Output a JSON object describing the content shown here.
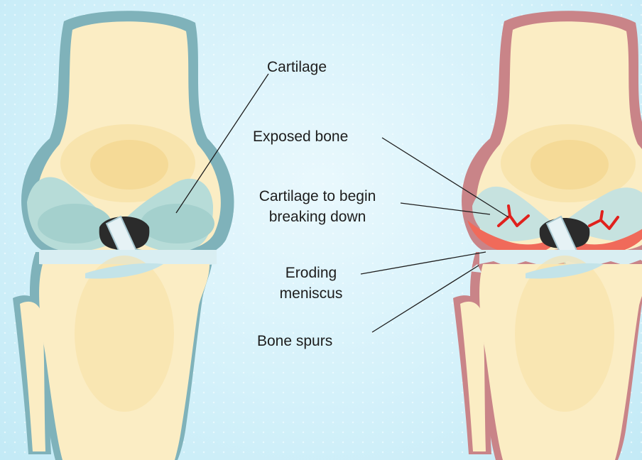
{
  "labels": {
    "cartilage": "Cartilage",
    "exposed_bone": "Exposed bone",
    "cartilage_breakdown_line1": "Cartilage to begin",
    "cartilage_breakdown_line2": "breaking down",
    "eroding_meniscus_line1": "Eroding",
    "eroding_meniscus_line2": "meniscus",
    "bone_spurs": "Bone spurs"
  },
  "colors": {
    "background": "#d4f1fa",
    "bone": "#fbedc4",
    "bone_inner": "#f7e0a4",
    "healthy_outline": "#7fb2ba",
    "damaged_outline": "#c98488",
    "cartilage": "#b7dcd8",
    "inflamed_cartilage": "#f06a5a",
    "meniscus": "#d9eef2"
  }
}
